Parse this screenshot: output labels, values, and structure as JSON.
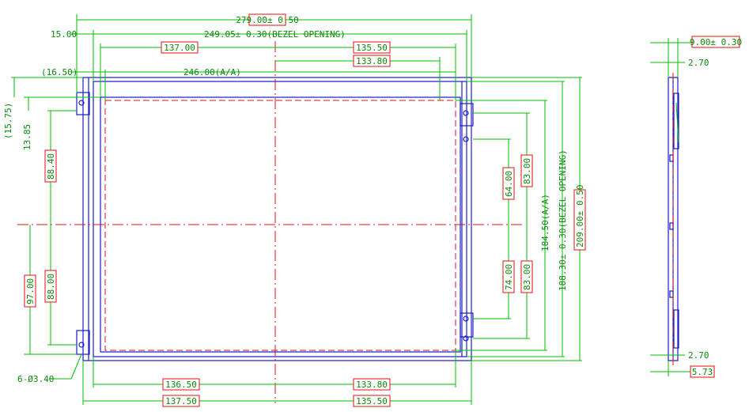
{
  "front": {
    "width_overall": "279.00± 0.50",
    "bezel_opening_w": "249.05± 0.30(BEZEL OPENING)",
    "left_offset_15": "15.00",
    "left_137": "137.00",
    "right_135_top": "135.50",
    "right_133_top": "133.80",
    "aa_width": "246.00(A/A)",
    "offset_16_50": "(16.50)",
    "offset_15_75": "(15.75)",
    "offset_13_85": "13.85",
    "left_88_40": "88.40",
    "left_88_00": "88.00",
    "left_97_00": "97.00",
    "right_64_00": "64.00",
    "right_83_00_top": "83.00",
    "right_74_00": "74.00",
    "right_83_00_bot": "83.00",
    "aa_height": "184.50(A/A)",
    "bezel_opening_h": "188.30± 0.30(BEZEL OPENING)",
    "height_overall": "209.00± 0.50",
    "holes": "6-Ø3.40",
    "bottom_136_50": "136.50",
    "bottom_133_80": "133.80",
    "bottom_137_50": "137.50",
    "bottom_135_50": "135.50"
  },
  "side": {
    "thickness": "9.00± 0.30",
    "top_2_70": "2.70",
    "bot_2_70": "2.70",
    "bot_5_73": "5.73"
  }
}
